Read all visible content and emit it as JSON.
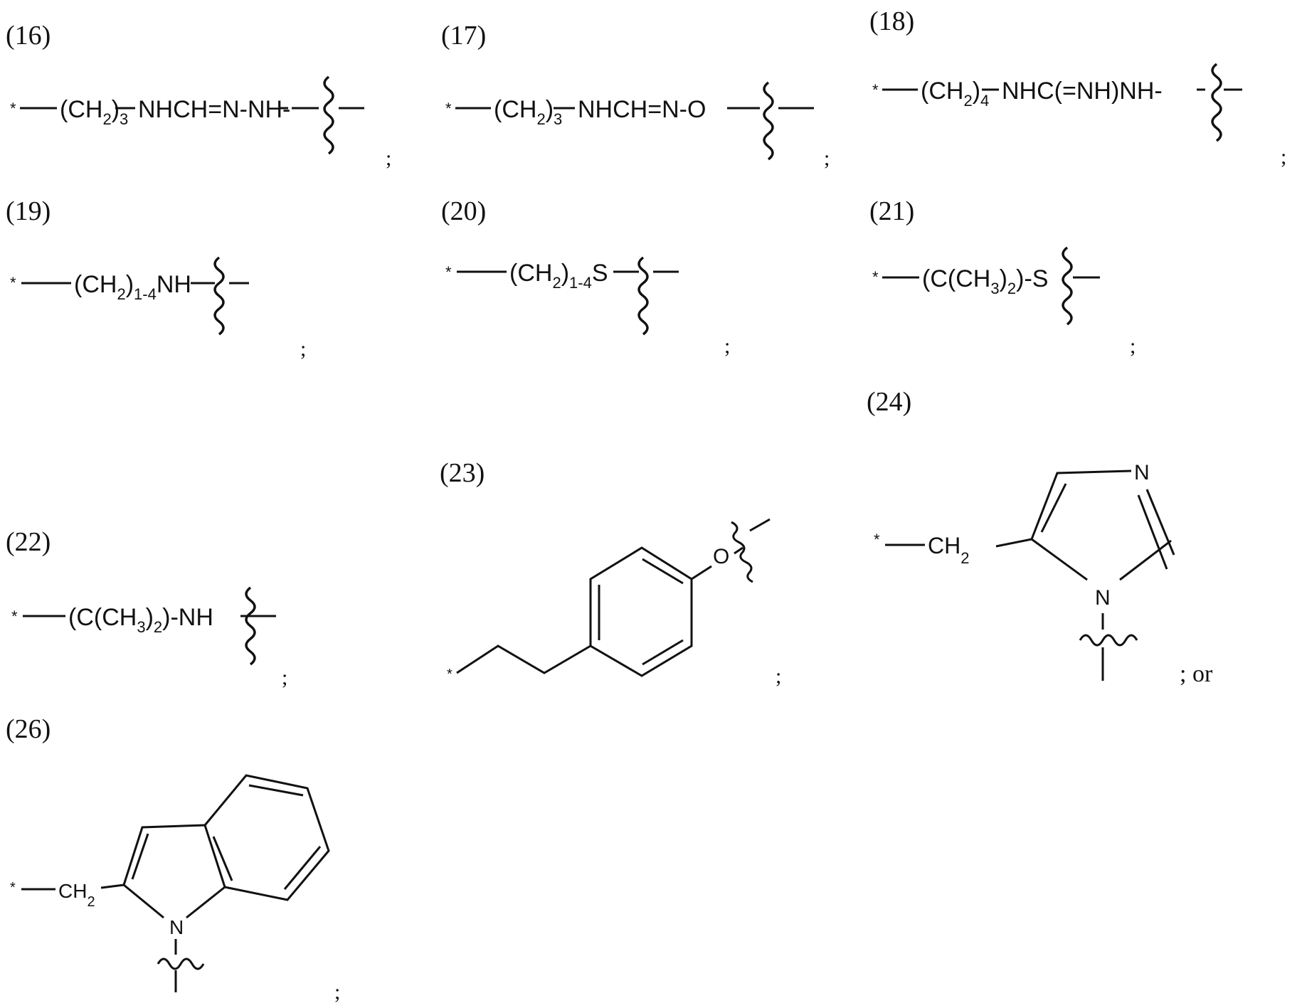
{
  "structures": [
    {
      "id": "16",
      "label": "(16)",
      "star": "*",
      "prefix": "(CH",
      "sub1": "2",
      "close": ")",
      "sub2": "3",
      "tail": "NHCH=N-NH-",
      "end": ";"
    },
    {
      "id": "17",
      "label": "(17)",
      "star": "*",
      "prefix": "(CH",
      "sub1": "2",
      "close": ")",
      "sub2": "3",
      "tail": "NHCH=N-O",
      "end": ";"
    },
    {
      "id": "18",
      "label": "(18)",
      "star": "*",
      "prefix": "(CH",
      "sub1": "2",
      "close": ")",
      "sub2": "4",
      "tail": "NHC(=NH)NH-",
      "end": ";"
    },
    {
      "id": "19",
      "label": "(19)",
      "star": "*",
      "prefix": "(CH",
      "sub1": "2",
      "close": ")",
      "sub2": "1-4",
      "tail": "NH",
      "end": ";"
    },
    {
      "id": "20",
      "label": "(20)",
      "star": "*",
      "prefix": "(CH",
      "sub1": "2",
      "close": ")",
      "sub2": "1-4",
      "tail": "S",
      "end": ";"
    },
    {
      "id": "21",
      "label": "(21)",
      "star": "*",
      "prefix": "(C(CH",
      "sub1": "3",
      "close": ")",
      "sub2": "2",
      "tail": ")-S",
      "end": ";"
    },
    {
      "id": "22",
      "label": "(22)",
      "star": "*",
      "prefix": "(C(CH",
      "sub1": "3",
      "close": ")",
      "sub2": "2",
      "tail": ")-NH",
      "end": ";"
    },
    {
      "id": "23",
      "label": "(23)",
      "star": "*",
      "atom_o": "O",
      "end": ";"
    },
    {
      "id": "24",
      "label": "(24)",
      "star": "*",
      "ch": "CH",
      "ch_sub": "2",
      "atom_n_top": "N",
      "atom_n_bottom": "N",
      "end": "; or"
    },
    {
      "id": "26",
      "label": "(26)",
      "star": "*",
      "ch": "CH",
      "ch_sub": "2",
      "atom_n": "N",
      "end": ";"
    }
  ]
}
